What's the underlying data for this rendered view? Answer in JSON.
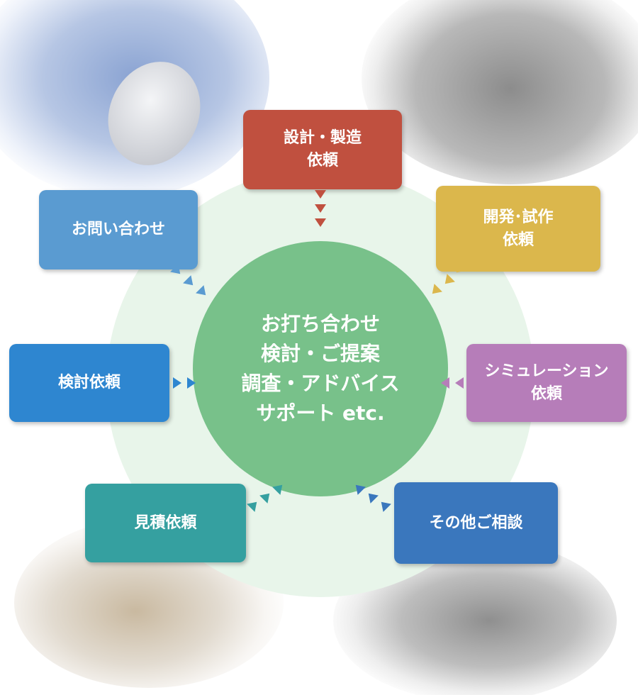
{
  "center": {
    "lines": [
      "お打ち合わせ",
      "検討・ご提案",
      "調査・アドバイス",
      "サポート etc."
    ],
    "color": "#78c18a"
  },
  "boxes": [
    {
      "id": "design",
      "lines": [
        "設計・製造",
        "依頼"
      ],
      "color": "#c0503f"
    },
    {
      "id": "inquiry",
      "lines": [
        "お問い合わせ"
      ],
      "color": "#5a9bd1"
    },
    {
      "id": "development",
      "lines": [
        "開発･試作",
        "依頼"
      ],
      "color": "#dbb74c"
    },
    {
      "id": "study",
      "lines": [
        "検討依頼"
      ],
      "color": "#2e86d0"
    },
    {
      "id": "simulation",
      "lines": [
        "シミュレーション",
        "依頼"
      ],
      "color": "#b67db9"
    },
    {
      "id": "estimate",
      "lines": [
        "見積依頼"
      ],
      "color": "#35a0a0"
    },
    {
      "id": "other",
      "lines": [
        "その他ご相談"
      ],
      "color": "#3a77bd"
    }
  ],
  "photos": [
    "satellite-dish-photo",
    "staff-group-photo",
    "circuit-board-photo",
    "anechoic-chamber-photo"
  ]
}
